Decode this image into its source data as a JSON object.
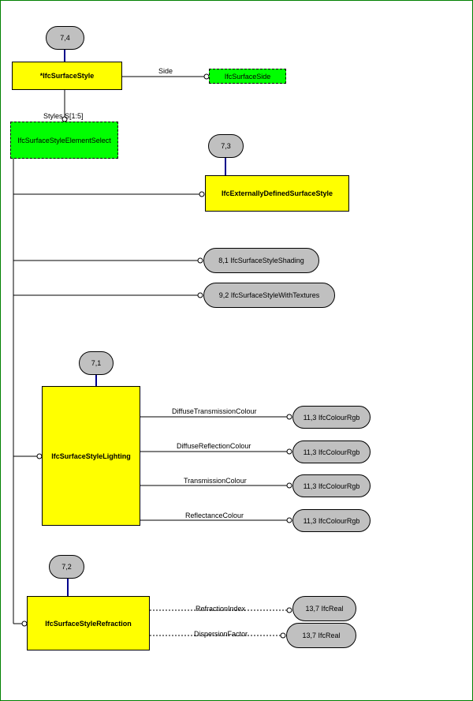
{
  "page_refs": {
    "ref_7_4": "7,4",
    "ref_7_3": "7,3",
    "ref_7_1": "7,1",
    "ref_7_2": "7,2"
  },
  "entities": {
    "surface_style": "*IfcSurfaceStyle",
    "externally_defined": "IfcExternallyDefinedSurfaceStyle",
    "lighting": "IfcSurfaceStyleLighting",
    "refraction": "IfcSurfaceStyleRefraction"
  },
  "selects": {
    "surface_side": "IfcSurfaceSide",
    "element_select": "IfcSurfaceStyleElementSelect"
  },
  "relations": {
    "side": "Side",
    "styles": "Styles S[1:5]",
    "diffuse_transmission": "DiffuseTransmissionColour",
    "diffuse_reflection": "DiffuseReflectionColour",
    "transmission": "TransmissionColour",
    "reflectance": "ReflectanceColour",
    "refraction_index": "RefractionIndex",
    "dispersion_factor": "DispersionFactor"
  },
  "off_page": {
    "shading": "8,1 IfcSurfaceStyleShading",
    "with_textures": "9,2 IfcSurfaceStyleWithTextures",
    "rgb_1": "11,3 IfcColourRgb",
    "rgb_2": "11,3 IfcColourRgb",
    "rgb_3": "11,3 IfcColourRgb",
    "rgb_4": "11,3 IfcColourRgb",
    "real_1": "13,7 IfcReal",
    "real_2": "13,7 IfcReal"
  },
  "colors": {
    "entity_fill": "#ffff00",
    "select_fill": "#00ff00",
    "ref_fill": "#c0c0c0",
    "ref_connector": "#00008b",
    "frame": "#008000"
  }
}
